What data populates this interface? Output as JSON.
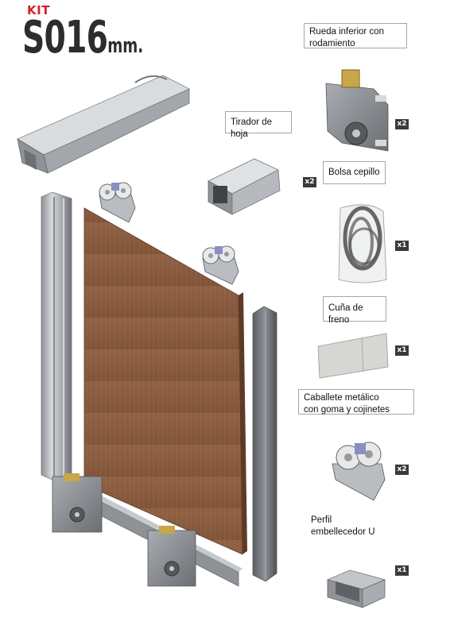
{
  "header": {
    "kit": "KIT",
    "model": "S016",
    "unit": "mm."
  },
  "labels": {
    "bottom_wheel": "Rueda inferior con rodamiento",
    "bottom_wheel_line1": "Rueda inferior con",
    "bottom_wheel_line2": "rodamiento",
    "handle": "Tirador de hoja",
    "brush_bag": "Bolsa cepillo",
    "brake_wedge": "Cuña de freno",
    "bracket_line1": "Caballete metálico",
    "bracket_line2": "con goma y cojinetes",
    "u_profile_line1": "Perfil",
    "u_profile_line2": "embellecedor U"
  },
  "quantities": {
    "bottom_wheel": "x2",
    "handle": "x2",
    "brush_bag": "x1",
    "brake_wedge": "x1",
    "bracket": "x2",
    "u_profile": "x1"
  },
  "colors": {
    "brand_red": "#d2232a",
    "title_gray": "#2d2d2d",
    "aluminium": "#b9bcc0",
    "wood": "#8a5a3e",
    "badge": "#3a3a3a"
  }
}
